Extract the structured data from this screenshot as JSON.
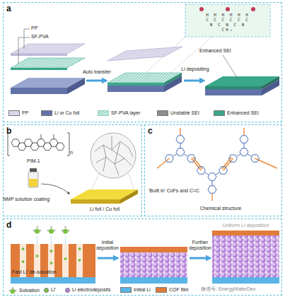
{
  "diagram": {
    "nodes": [
      {
        "text": [
          "a"
        ]
      },
      {
        "text": [
          "b"
        ]
      },
      {
        "text": [
          "c"
        ]
      },
      {
        "text": [
          "d"
        ]
      },
      {
        "text": [
          "H H H H H H",
          "C C C C C C",
          "N C N C N",
          "CH₃"
        ],
        "in": 0
      }
    ],
    "labels": [
      "PP",
      "SF-PVA",
      "Auto transfer",
      "Enhanced SEI",
      "Li depositing",
      "PIM-1",
      "n",
      "NMP solution coating",
      "Li foil / Cu foil",
      "'Built in' CoFs and C=C",
      "Chemical structure",
      "Fast Li⁺ de-solvation",
      "Initial deposition",
      "Further deposition",
      "Uniform Li deposition",
      "微信号: EnergyMaterDev"
    ],
    "legend": [
      {
        "text": "PP",
        "color": "#dad7ea"
      },
      {
        "text": "Li or Cu foil",
        "color": "#6172a8"
      },
      {
        "text": "SF-PVA layer"
      },
      {
        "text": "Unstable SEI",
        "color": "#8e8e8e"
      },
      {
        "text": "Enhanced SEI",
        "color": "#3aa68a"
      },
      {
        "text": "Solvation"
      },
      {
        "text": "Li⁺",
        "color": "#7bc043"
      },
      {
        "text": "Li electrodeposits",
        "color": "#b07ad8"
      },
      {
        "text": "Initial Li",
        "color": "#5ab4e5"
      },
      {
        "text": "COF film",
        "color": "#e07b3a"
      }
    ]
  }
}
